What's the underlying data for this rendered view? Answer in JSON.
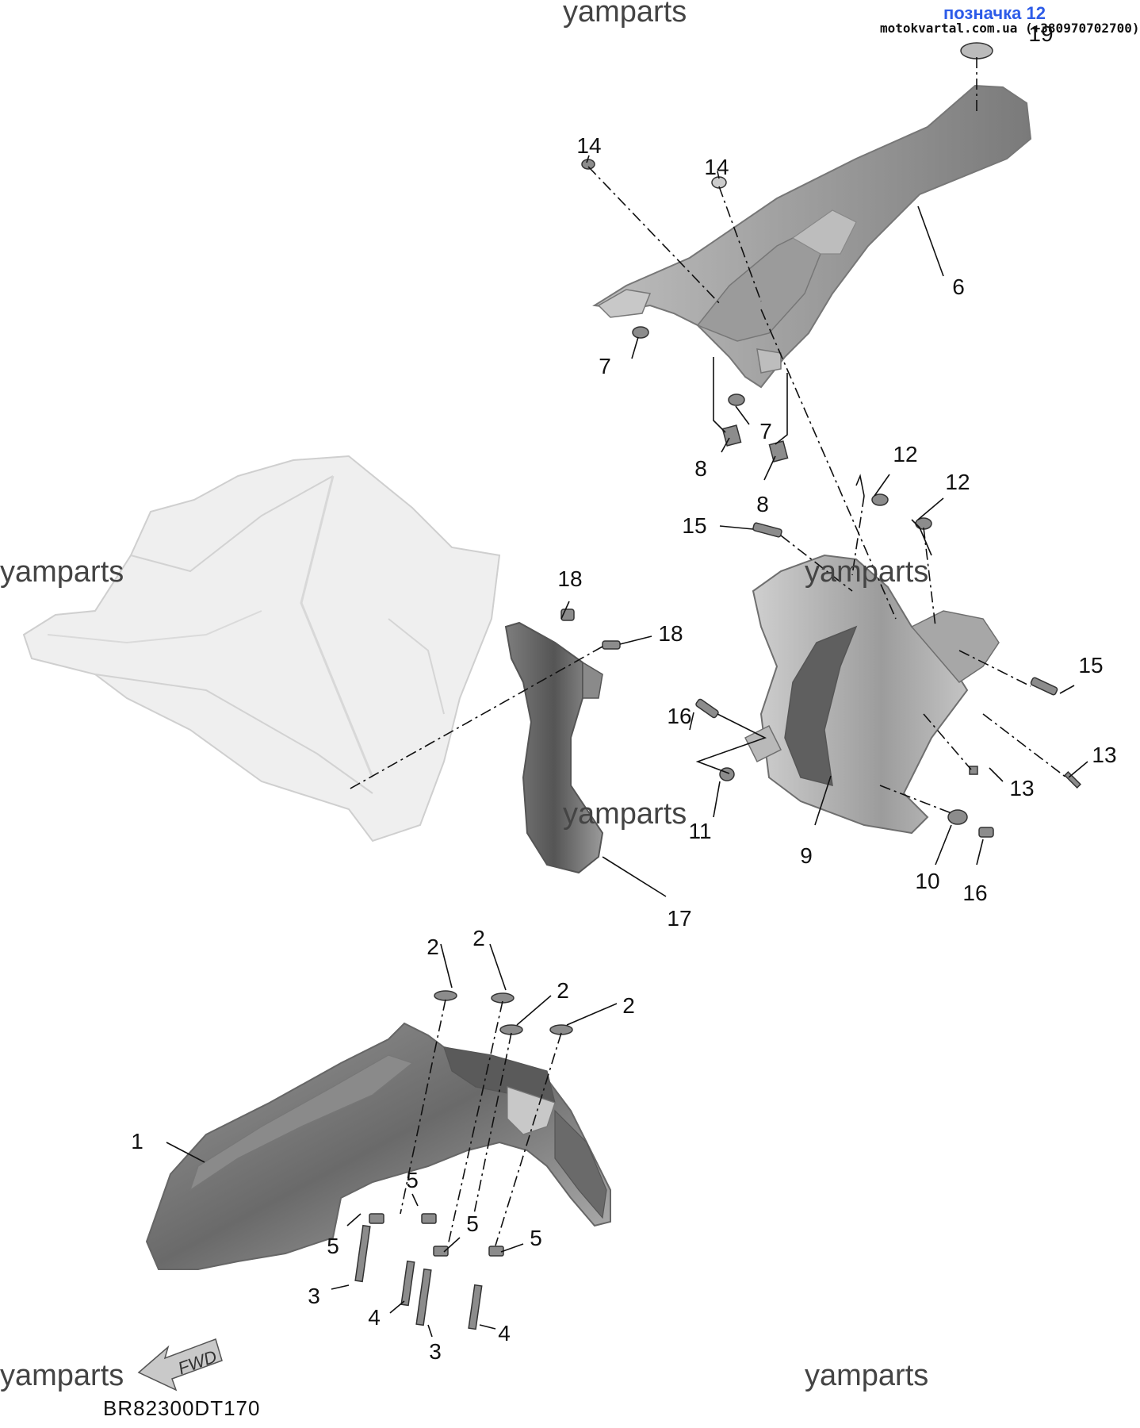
{
  "watermark": "yamparts",
  "shop": {
    "label": "позначка 12",
    "site": "motokvartal.com.ua (+380970702700)"
  },
  "diagram_code": "BR82300DT170",
  "fwd_label": "FWD",
  "callouts": [
    "1",
    "2",
    "2",
    "2",
    "2",
    "3",
    "3",
    "4",
    "4",
    "5",
    "5",
    "5",
    "5",
    "6",
    "7",
    "7",
    "8",
    "8",
    "9",
    "10",
    "11",
    "12",
    "12",
    "13",
    "13",
    "14",
    "14",
    "15",
    "15",
    "16",
    "16",
    "17",
    "18",
    "18",
    "19"
  ],
  "colors": {
    "part_dark": "#6e6e6e",
    "part_mid": "#a9a9a9",
    "part_light": "#d9d9d9",
    "frame_ghost": "#ededed",
    "line": "#111111",
    "shop_label": "#2d5ce8"
  }
}
